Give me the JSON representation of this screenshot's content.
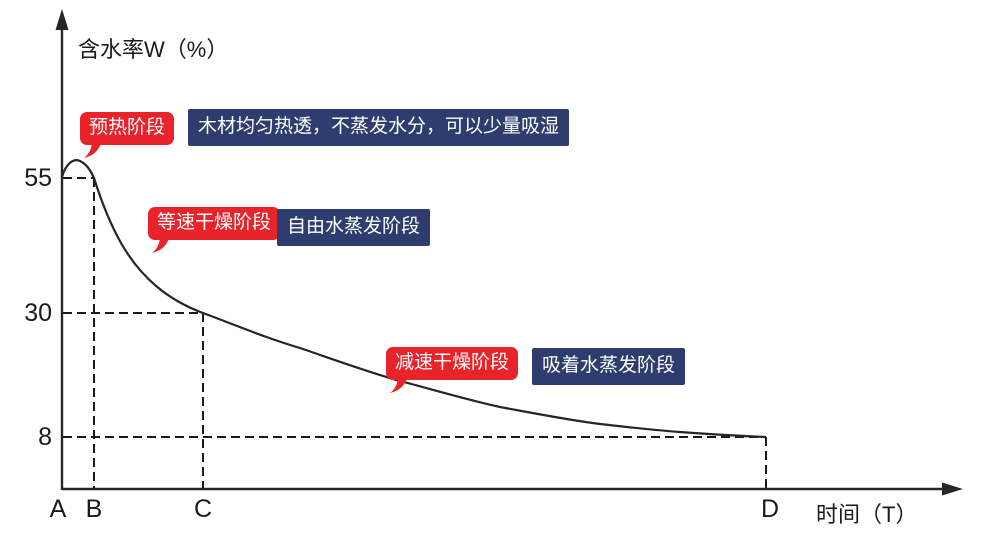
{
  "axes": {
    "y_title": "含水率W（%）",
    "x_title": "时间（T）",
    "y_ticks": [
      "55",
      "30",
      "8"
    ],
    "x_point_labels": [
      "A",
      "B",
      "C",
      "D"
    ]
  },
  "stage_rows": [
    {
      "stage": "预热阶段",
      "note": "木材均匀热透，不蒸发水分，可以少量吸湿"
    },
    {
      "stage": "等速干燥阶段",
      "note": "自由水蒸发阶段"
    },
    {
      "stage": "减速干燥阶段",
      "note": "吸着水蒸发阶段"
    }
  ],
  "chart_data": {
    "type": "line",
    "title": "",
    "xlabel": "时间（T）",
    "ylabel": "含水率W（%）",
    "x_categories": [
      "A",
      "B",
      "C",
      "D"
    ],
    "y_ticks": [
      55,
      30,
      8
    ],
    "grid": false,
    "legend": false,
    "series": [
      {
        "name": "含水率W",
        "points": [
          {
            "x": "A",
            "y": 55
          },
          {
            "x": "A-B峰值",
            "y": 58
          },
          {
            "x": "B",
            "y": 55
          },
          {
            "x": "C",
            "y": 30
          },
          {
            "x": "D",
            "y": 8
          }
        ]
      }
    ],
    "annotations": [
      {
        "segment": "A-B",
        "stage": "预热阶段",
        "description": "木材均匀热透，不蒸发水分，可以少量吸湿"
      },
      {
        "segment": "B-C",
        "stage": "等速干燥阶段",
        "description": "自由水蒸发阶段"
      },
      {
        "segment": "C-D",
        "stage": "减速干燥阶段",
        "description": "吸着水蒸发阶段"
      }
    ],
    "dashed_guides": [
      {
        "level": 55,
        "to_point": "B"
      },
      {
        "level": 30,
        "to_point": "C"
      },
      {
        "level": 8,
        "to_point": "D"
      }
    ]
  },
  "colors": {
    "stage_red": "#e8232a",
    "note_navy": "#2e3d6d",
    "line_color": "#262626",
    "text_dark": "#1a1a1a",
    "background": "#ffffff"
  }
}
